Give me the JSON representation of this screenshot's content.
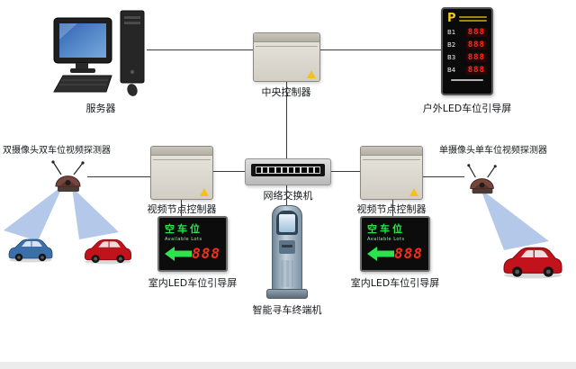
{
  "canvas": {
    "background": "#ffffff"
  },
  "colors": {
    "connector": "#3a3a3a",
    "led_green": "#2ce24d",
    "led_red": "#ff2b1b",
    "sign_yellow": "#f6c71a",
    "beam_blue": "#6a92d4"
  },
  "nodes": {
    "server": {
      "label": "服务器"
    },
    "central_controller": {
      "label": "中央控制器"
    },
    "outdoor_led": {
      "label": "户外LED车位引导屏",
      "logo": "P",
      "rows": [
        {
          "name": "B1",
          "value": "888"
        },
        {
          "name": "B2",
          "value": "888"
        },
        {
          "name": "B3",
          "value": "888"
        },
        {
          "name": "B4",
          "value": "888"
        }
      ]
    },
    "dual_detector": {
      "label": "双摄像头双车位视频探测器"
    },
    "left_controller": {
      "label": "视频节点控制器"
    },
    "network_switch": {
      "label": "网络交换机"
    },
    "right_controller": {
      "label": "视频节点控制器"
    },
    "single_detector": {
      "label": "单摄像头单车位视频探测器"
    },
    "left_indoor_led": {
      "label": "室内LED车位引导屏",
      "title": "空车位",
      "subtitle": "Available Lots",
      "value": "888"
    },
    "kiosk": {
      "label": "智能寻车终端机"
    },
    "right_indoor_led": {
      "label": "室内LED车位引导屏",
      "title": "空车位",
      "subtitle": "Available Lots",
      "value": "888"
    }
  }
}
